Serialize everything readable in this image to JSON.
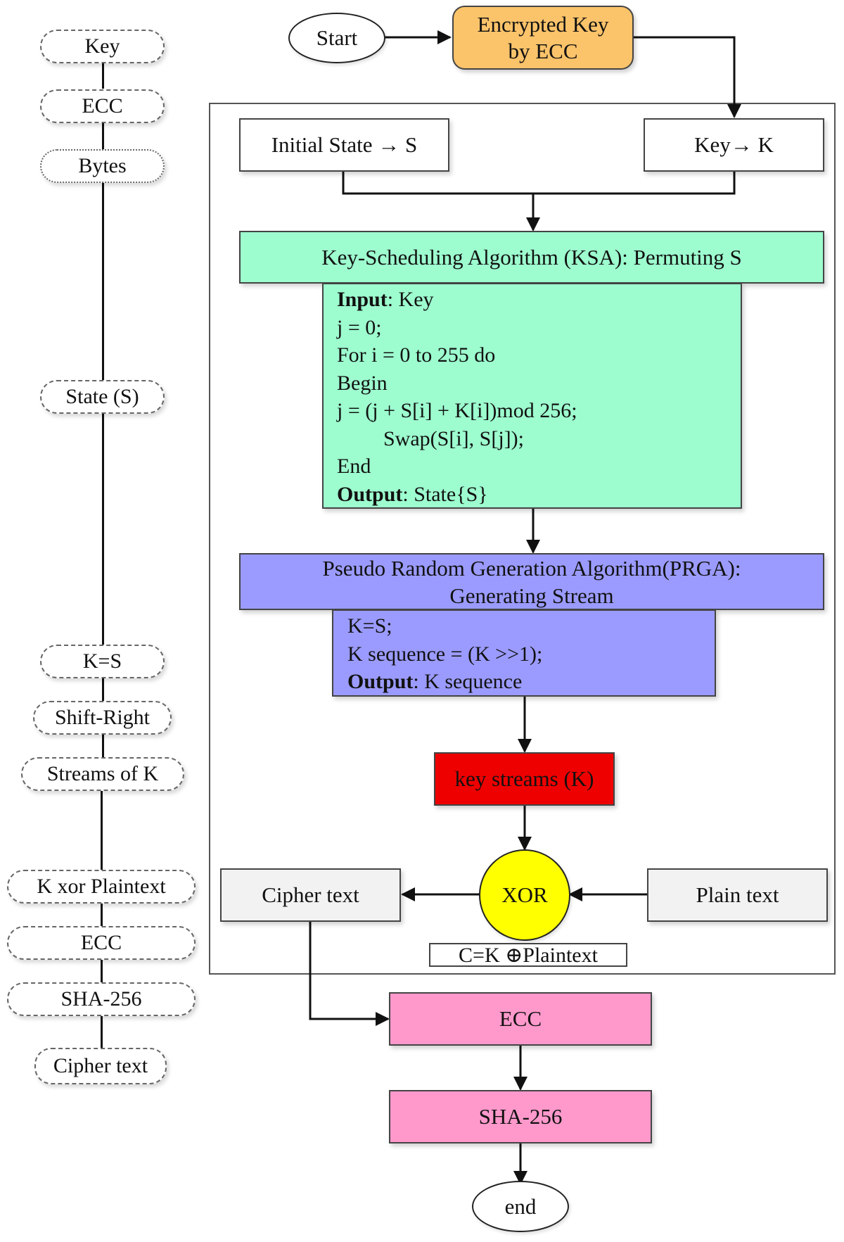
{
  "legend": {
    "items": [
      "Key",
      "ECC",
      "Bytes",
      "State (S)",
      "K=S",
      "Shift-Right",
      "Streams of K",
      "K xor Plaintext",
      "ECC",
      "SHA-256",
      "Cipher text"
    ]
  },
  "flow": {
    "start": "Start",
    "encrypted_key": "Encrypted Key by ECC",
    "initial_state": "Initial State → S",
    "key_to_k": "Key→ K",
    "ksa": {
      "title": "Key-Scheduling Algorithm (KSA): Permuting S",
      "input_label": "Input",
      "input_value": ": Key",
      "line1": "j = 0;",
      "line2": "For i = 0 to 255 do",
      "line3": "Begin",
      "line4": "j = (j + S[i] + K[i])mod 256;",
      "line5": "Swap(S[i], S[j]);",
      "line6": "End",
      "output_label": "Output",
      "output_value": ": State{S}"
    },
    "prga": {
      "title_line1": "Pseudo Random Generation Algorithm(PRGA):",
      "title_line2": "Generating Stream",
      "line1": "K=S;",
      "line2": "K sequence = (K >>1);",
      "output_label": "Output",
      "output_value": ": K sequence"
    },
    "key_streams": "key streams (K)",
    "xor": "XOR",
    "cipher_text": "Cipher text",
    "plain_text": "Plain text",
    "formula": "C=K ⊕Plaintext",
    "ecc": "ECC",
    "sha": "SHA-256",
    "end": "end"
  },
  "colors": {
    "encrypted_key": "#fbc36a",
    "ksa": "#9dfdcf",
    "prga": "#9b9bff",
    "key_streams": "#ee0000",
    "xor": "#ffff00",
    "gray_box": "#f2f2f2",
    "pink": "#ff99cc"
  }
}
